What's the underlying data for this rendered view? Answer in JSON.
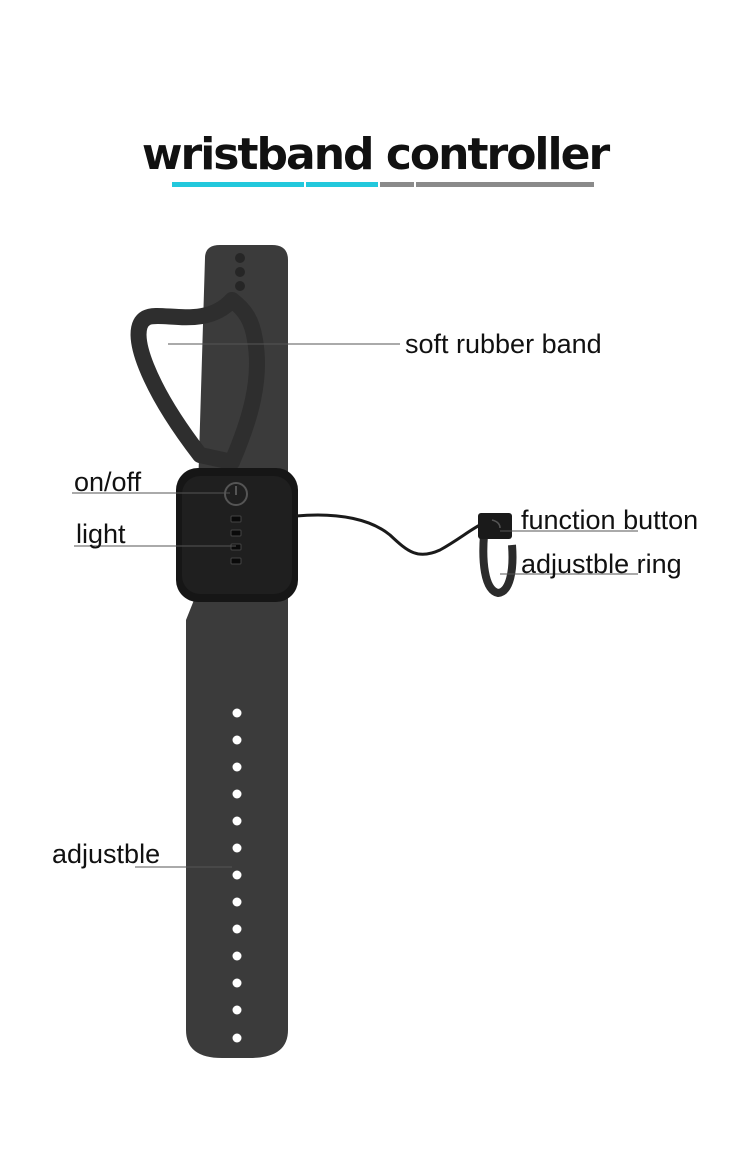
{
  "title": "wristband controller",
  "labels": {
    "rubber_band": "soft rubber band",
    "on_off": "on/off",
    "light": "light",
    "function_button": "function button",
    "adjustable_ring": "adjustble ring",
    "adjustable": "adjustble"
  },
  "colors": {
    "band": "#3b3b3b",
    "band_dark": "#262626",
    "controller": "#161616",
    "accent_cyan": "#22c8dc",
    "accent_gray": "#8a8a8a",
    "leader_line": "#555555",
    "text": "#111111"
  },
  "icons": [
    "power-icon",
    "light-indicator-icon"
  ]
}
